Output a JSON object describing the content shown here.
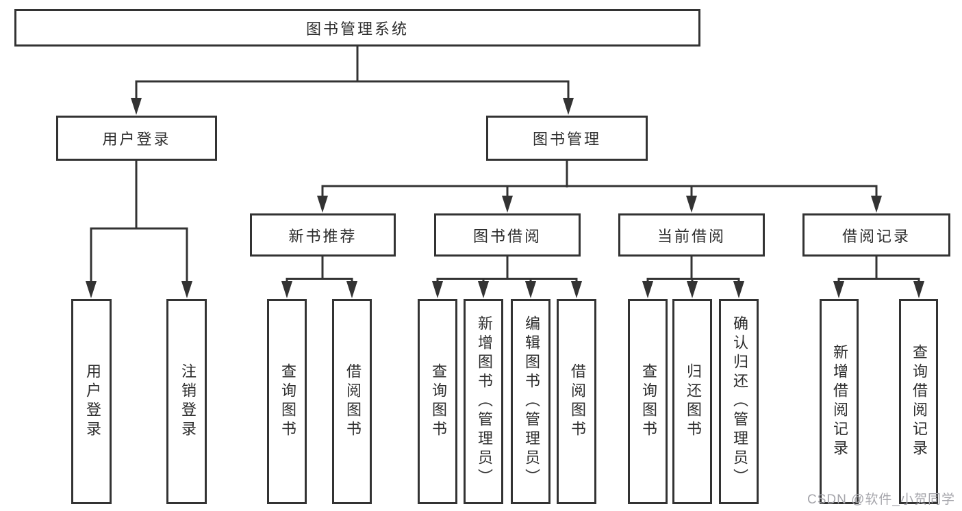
{
  "diagram": {
    "watermark": "CSDN @软件_小贺同学",
    "colors": {
      "line": "#333333",
      "box_border": "#333333",
      "text": "#2e2e2e",
      "watermark": "#a5a5ab",
      "background": "#ffffff"
    }
  },
  "nodes": {
    "root": "图书管理系统",
    "user_login": "用户登录",
    "book_management": "图书管理",
    "new_book_recommend": "新书推荐",
    "book_borrow": "图书借阅",
    "current_borrow": "当前借阅",
    "borrow_records": "借阅记录",
    "leaf_user_login": "用户登录",
    "leaf_logout": "注销登录",
    "leaf_recommend_query": "查询图书",
    "leaf_recommend_borrow": "借阅图书",
    "leaf_borrow_query": "查询图书",
    "leaf_borrow_add": "新增图书（管理员）",
    "leaf_borrow_edit": "编辑图书（管理员）",
    "leaf_borrow_borrow": "借阅图书",
    "leaf_current_query": "查询图书",
    "leaf_current_return": "归还图书",
    "leaf_current_confirm": "确认归还（管理员）",
    "leaf_records_add": "新增借阅记录",
    "leaf_records_query": "查询借阅记录"
  }
}
